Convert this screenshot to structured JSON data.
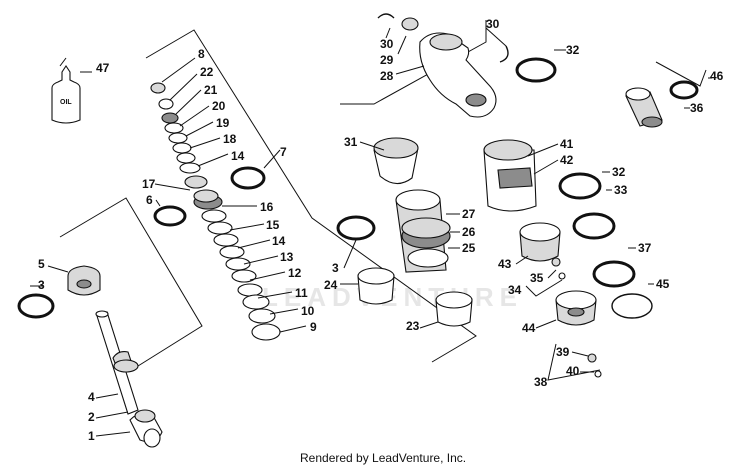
{
  "watermark": "LEADVENTURE",
  "footer": "Rendered by LeadVenture, Inc.",
  "oil_label": "OIL",
  "callouts": {
    "c1": "1",
    "c2": "2",
    "c3a": "3",
    "c3b": "3",
    "c4": "4",
    "c5": "5",
    "c6": "6",
    "c7": "7",
    "c8": "8",
    "c9": "9",
    "c10": "10",
    "c11": "11",
    "c12": "12",
    "c13": "13",
    "c14a": "14",
    "c14b": "14",
    "c15": "15",
    "c16": "16",
    "c17": "17",
    "c18": "18",
    "c19": "19",
    "c20": "20",
    "c21": "21",
    "c22": "22",
    "c23": "23",
    "c24": "24",
    "c25": "25",
    "c26": "26",
    "c27": "27",
    "c28": "28",
    "c29": "29",
    "c30a": "30",
    "c30b": "30",
    "c31": "31",
    "c32a": "32",
    "c32b": "32",
    "c33": "33",
    "c34": "34",
    "c35": "35",
    "c36": "36",
    "c37": "37",
    "c38": "38",
    "c39": "39",
    "c40": "40",
    "c41": "41",
    "c42": "42",
    "c43": "43",
    "c44": "44",
    "c45": "45",
    "c46": "46",
    "c47": "47"
  }
}
